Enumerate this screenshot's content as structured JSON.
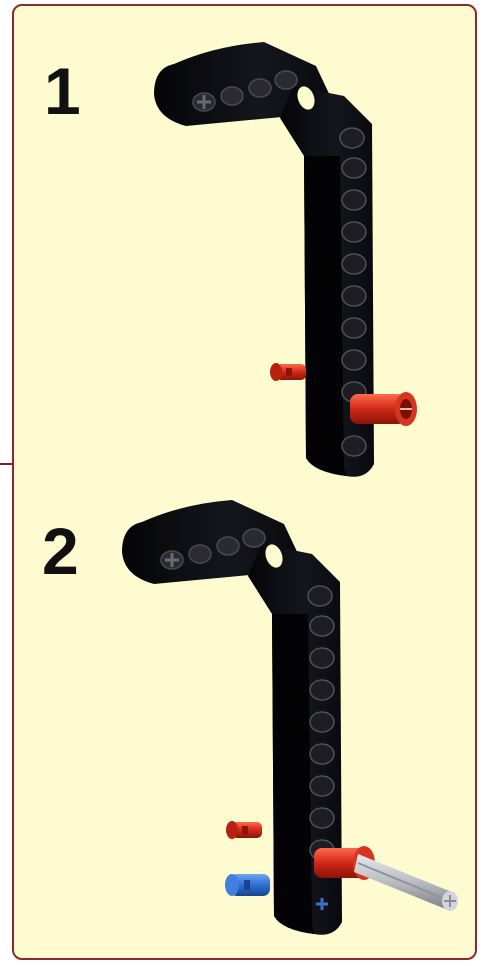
{
  "steps": [
    {
      "number": "1",
      "parts": [
        "bent-liftarm",
        "friction-pin",
        "red-bush"
      ]
    },
    {
      "number": "2",
      "parts": [
        "bent-liftarm",
        "friction-pin",
        "blue-pin",
        "red-bush",
        "grey-axle"
      ]
    }
  ],
  "colors": {
    "panel_background": "#fffbd0",
    "panel_border": "#8b2a2a",
    "beam": "#0b0b10",
    "beam_hole": "#2a2a30",
    "pin_red": "#d02818",
    "pin_blue": "#2f6fd0",
    "axle_grey": "#b9bcc2"
  },
  "icons": [
    "bent-liftarm-icon",
    "friction-pin-icon",
    "bush-icon",
    "blue-pin-icon",
    "axle-icon"
  ]
}
